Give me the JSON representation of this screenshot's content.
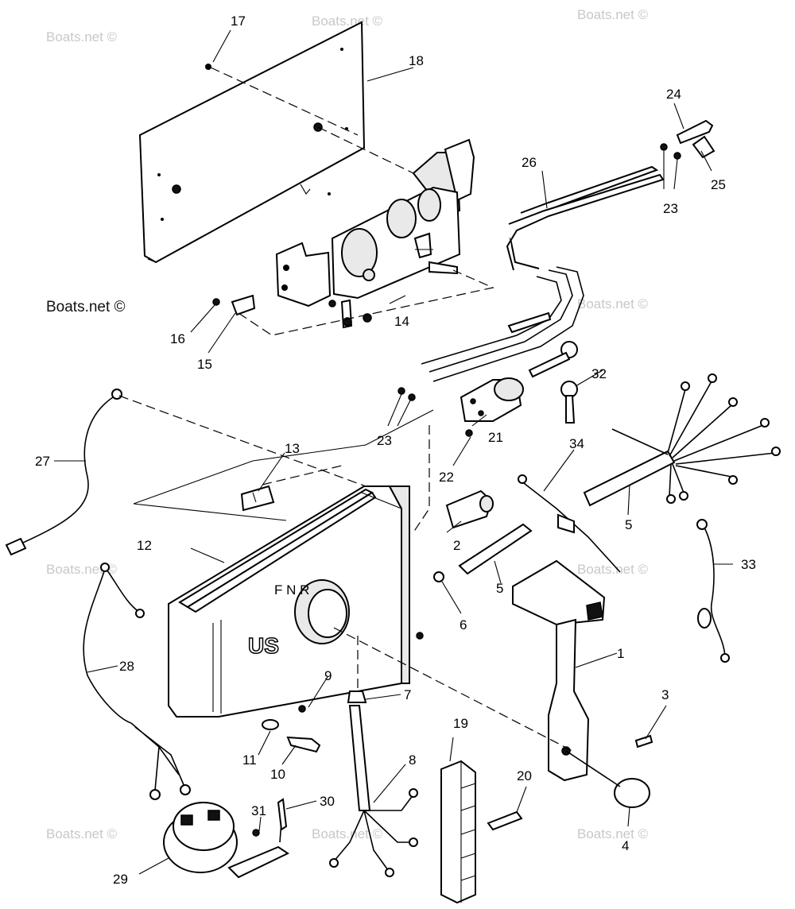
{
  "watermark": "Boats.net ©",
  "callouts": [
    "1",
    "2",
    "3",
    "4",
    "5",
    "5",
    "6",
    "7",
    "8",
    "9",
    "10",
    "11",
    "12",
    "13",
    "14",
    "15",
    "16",
    "17",
    "18",
    "19",
    "20",
    "21",
    "22",
    "23",
    "23",
    "24",
    "25",
    "26",
    "27",
    "28",
    "29",
    "30",
    "31",
    "32",
    "33",
    "34"
  ],
  "control_face": {
    "gear_letters": "F N R",
    "logo": "US"
  }
}
